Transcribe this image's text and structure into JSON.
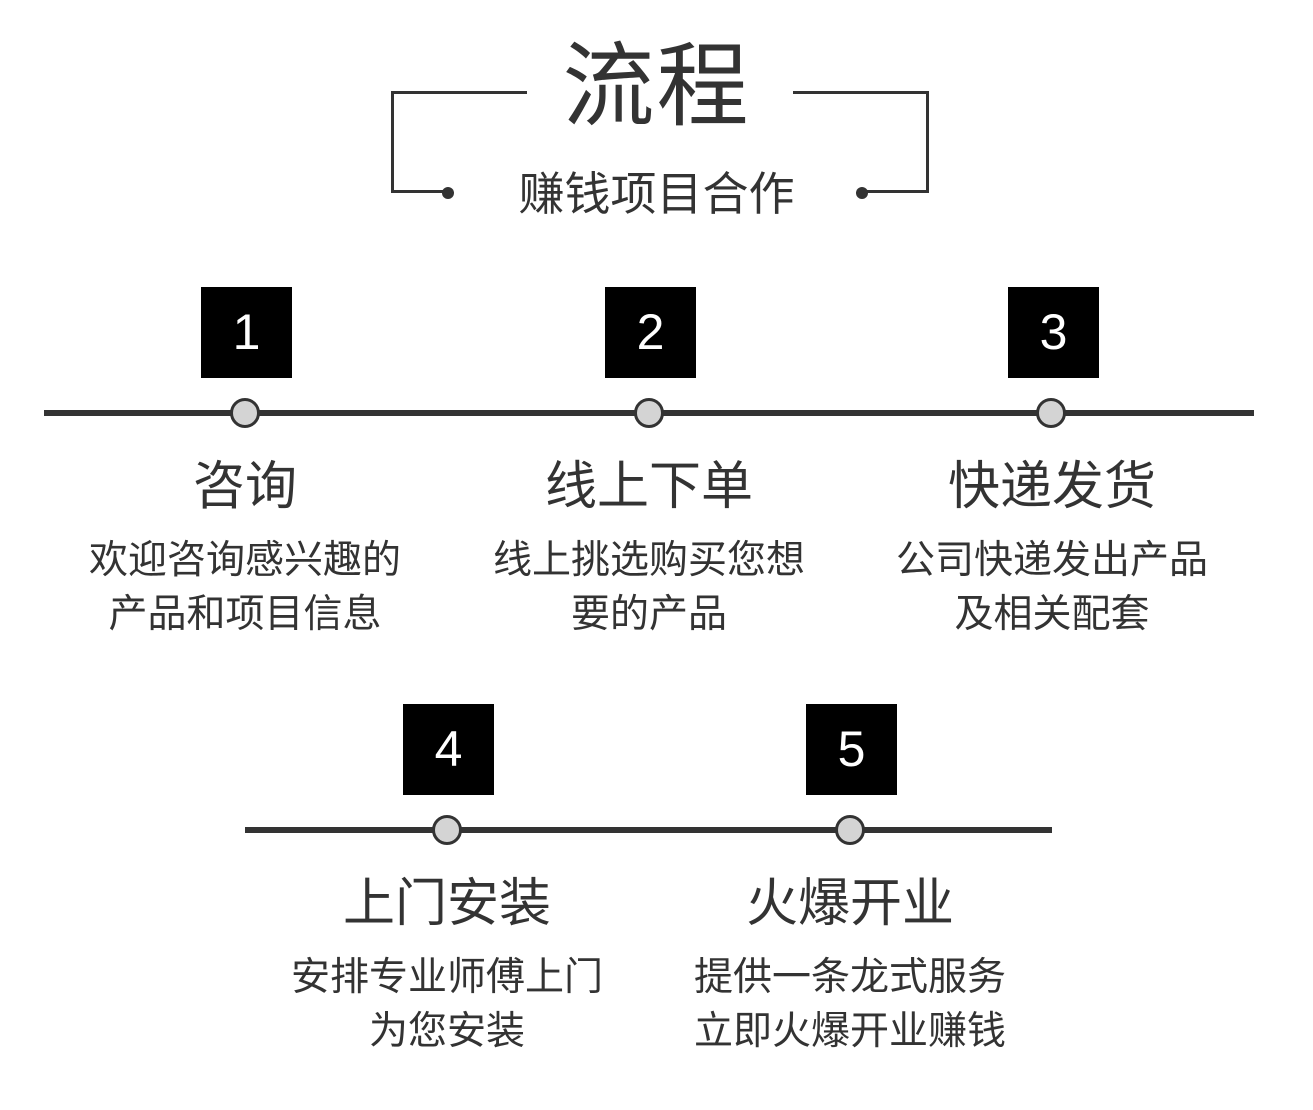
{
  "header": {
    "title": "流程",
    "subtitle": "赚钱项目合作"
  },
  "steps": [
    {
      "number": "1",
      "title": "咨询",
      "desc_line1": "欢迎咨询感兴趣的",
      "desc_line2": "产品和项目信息"
    },
    {
      "number": "2",
      "title": "线上下单",
      "desc_line1": "线上挑选购买您想",
      "desc_line2": "要的产品"
    },
    {
      "number": "3",
      "title": "快递发货",
      "desc_line1": "公司快递发出产品",
      "desc_line2": "及相关配套"
    },
    {
      "number": "4",
      "title": "上门安装",
      "desc_line1": "安排专业师傅上门",
      "desc_line2": "为您安装"
    },
    {
      "number": "5",
      "title": "火爆开业",
      "desc_line1": "提供一条龙式服务",
      "desc_line2": "立即火爆开业赚钱"
    }
  ],
  "colors": {
    "text": "#333333",
    "badge_background": "#000000",
    "badge_text": "#ffffff",
    "node_fill": "#d4d4d4",
    "line": "#333333"
  }
}
